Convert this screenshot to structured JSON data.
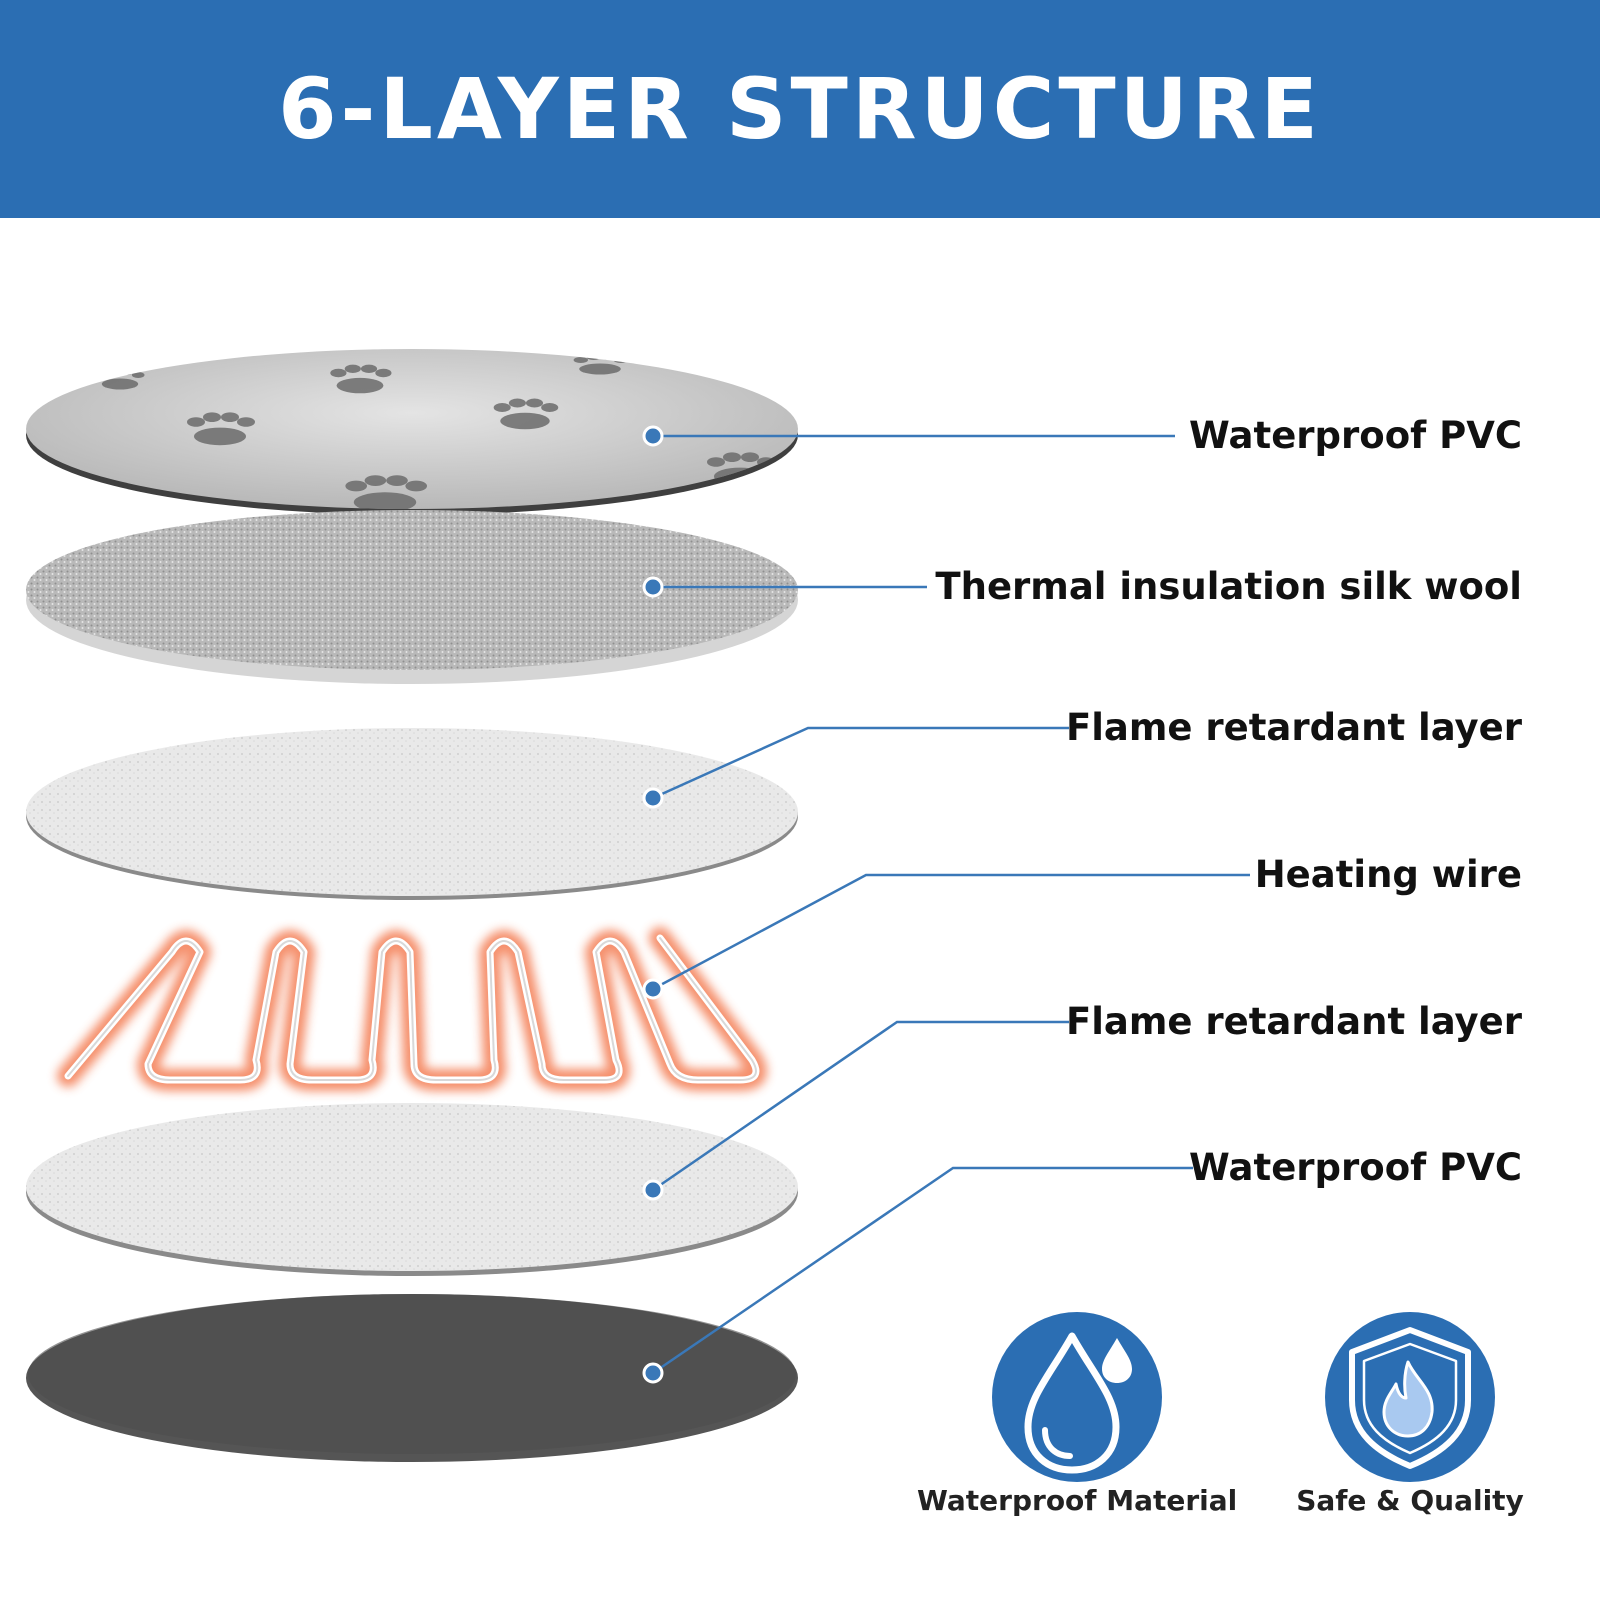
{
  "title": "6-LAYER STRUCTURE",
  "layers": [
    {
      "label": "Waterproof PVC"
    },
    {
      "label": "Thermal insulation silk wool"
    },
    {
      "label": "Flame retardant layer"
    },
    {
      "label": "Heating wire"
    },
    {
      "label": "Flame retardant layer"
    },
    {
      "label": "Waterproof PVC"
    }
  ],
  "badges": [
    {
      "label": "Waterproof Material",
      "icon": "water-drop-icon"
    },
    {
      "label": "Safe & Quality",
      "icon": "shield-flame-icon"
    }
  ],
  "colors": {
    "brand_blue": "#2b6eb3",
    "connector": "#3a78b8",
    "heating_glow": "#f26a3a"
  }
}
